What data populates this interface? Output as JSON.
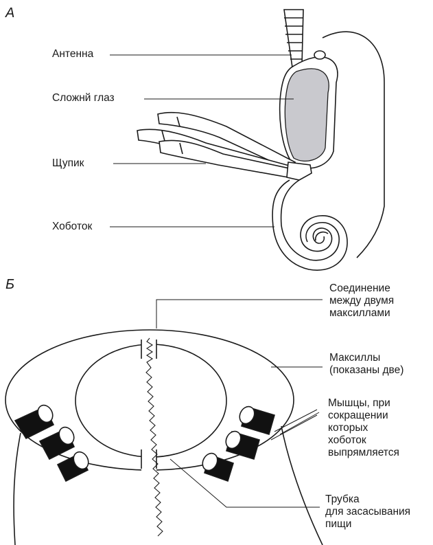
{
  "panels": {
    "a": {
      "letter": "А",
      "labels": {
        "antenna": "Антенна",
        "compound_eye": "Сложнй глаз",
        "palp": "Щупик",
        "proboscis": "Хоботок"
      }
    },
    "b": {
      "letter": "Б",
      "labels": {
        "joint": "Соединение\nмежду двумя\nмаксиллами",
        "maxillae": "Максиллы\n(показаны две)",
        "muscles": "Мышцы, при\nсокращении\nкоторых\nхоботок\nвыпрямляется",
        "tube": "Трубка\nдля засасывания\nпищи"
      }
    }
  },
  "colors": {
    "line": "#1a1a1a",
    "eye_fill": "#c9c9ce",
    "muscle_fill": "#111111",
    "background": "#ffffff"
  }
}
